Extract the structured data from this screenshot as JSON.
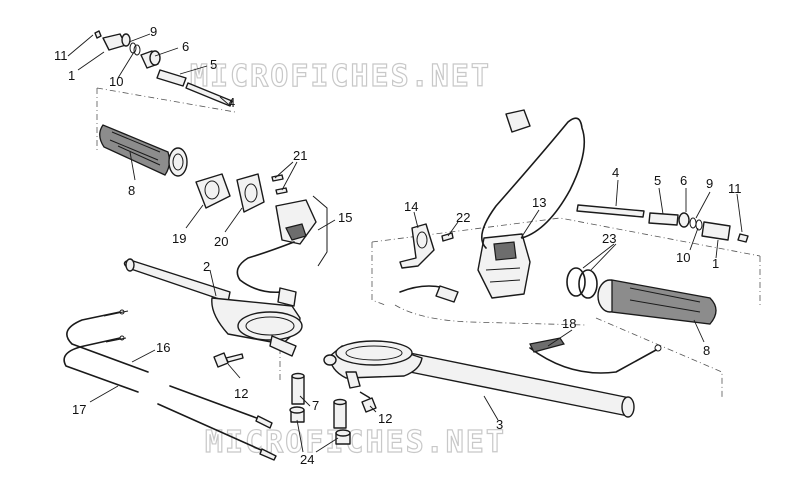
{
  "watermark": "MICROFICHES.NET",
  "callouts": [
    "1",
    "2",
    "3",
    "4",
    "5",
    "6",
    "7",
    "8",
    "9",
    "10",
    "11",
    "12",
    "13",
    "14",
    "15",
    "16",
    "17",
    "18",
    "19",
    "20",
    "21",
    "22",
    "23",
    "24"
  ]
}
